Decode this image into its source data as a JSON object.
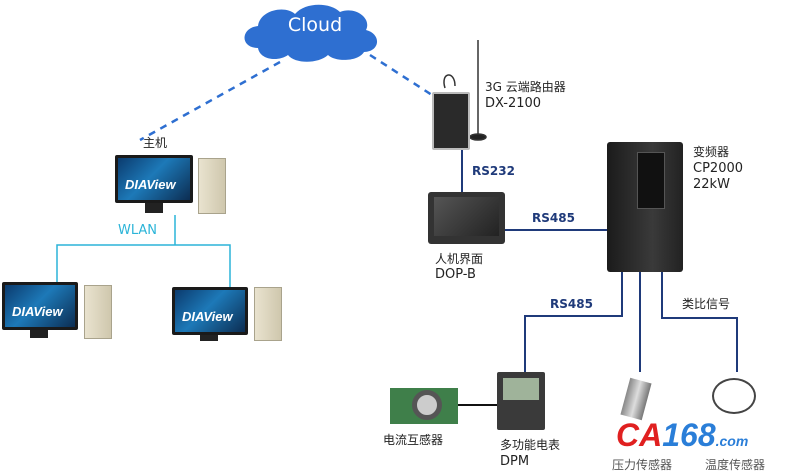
{
  "cloud": {
    "label": "Cloud",
    "color": "#2e6fd1"
  },
  "host": {
    "label": "主机",
    "screen_logo": "DIAView"
  },
  "network": {
    "wlan_label": "WLAN",
    "wlan_color": "#2bb4d8"
  },
  "router": {
    "name": "3G 云端路由器",
    "model": "DX-2100"
  },
  "links": {
    "rs232": "RS232",
    "rs485_hmi": "RS485",
    "rs485_meter": "RS485",
    "analog": "类比信号",
    "bus_color": "#1f3a7a"
  },
  "hmi": {
    "name": "人机界面",
    "model": "DOP-B"
  },
  "drive": {
    "name": "变频器",
    "model": "CP2000",
    "power": "22kW"
  },
  "ct": {
    "name": "电流互感器"
  },
  "meter": {
    "name": "多功能电表",
    "model": "DPM"
  },
  "pressure_sensor": {
    "name": "压力传感器"
  },
  "temp_sensor": {
    "name": "温度传感器"
  },
  "watermark": {
    "text": "CA168.com"
  }
}
